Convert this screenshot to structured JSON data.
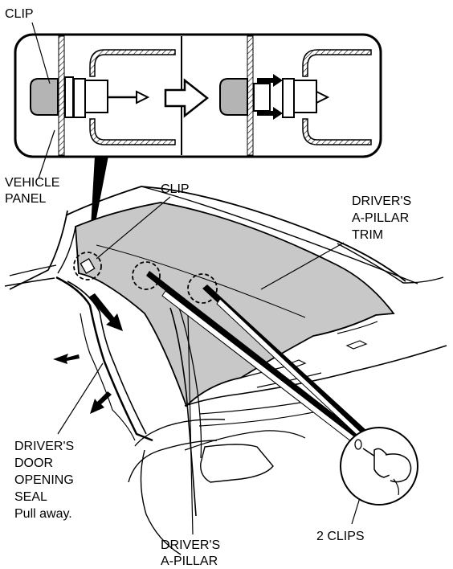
{
  "labels": {
    "clip_top": "CLIP",
    "vehicle_panel": [
      "VEHICLE",
      "PANEL"
    ],
    "clip_main": "CLIP",
    "a_pillar_trim": [
      "DRIVER'S",
      "A-PILLAR",
      "TRIM"
    ],
    "door_seal": [
      "DRIVER'S",
      "DOOR",
      "OPENING",
      "SEAL",
      "Pull away."
    ],
    "two_clips": "2 CLIPS",
    "a_pillar": [
      "DRIVER'S",
      "A-PILLAR"
    ]
  },
  "colors": {
    "trim_fill": "#c8c8c8",
    "clip_fill": "#b4b4b4",
    "line": "#000000"
  }
}
